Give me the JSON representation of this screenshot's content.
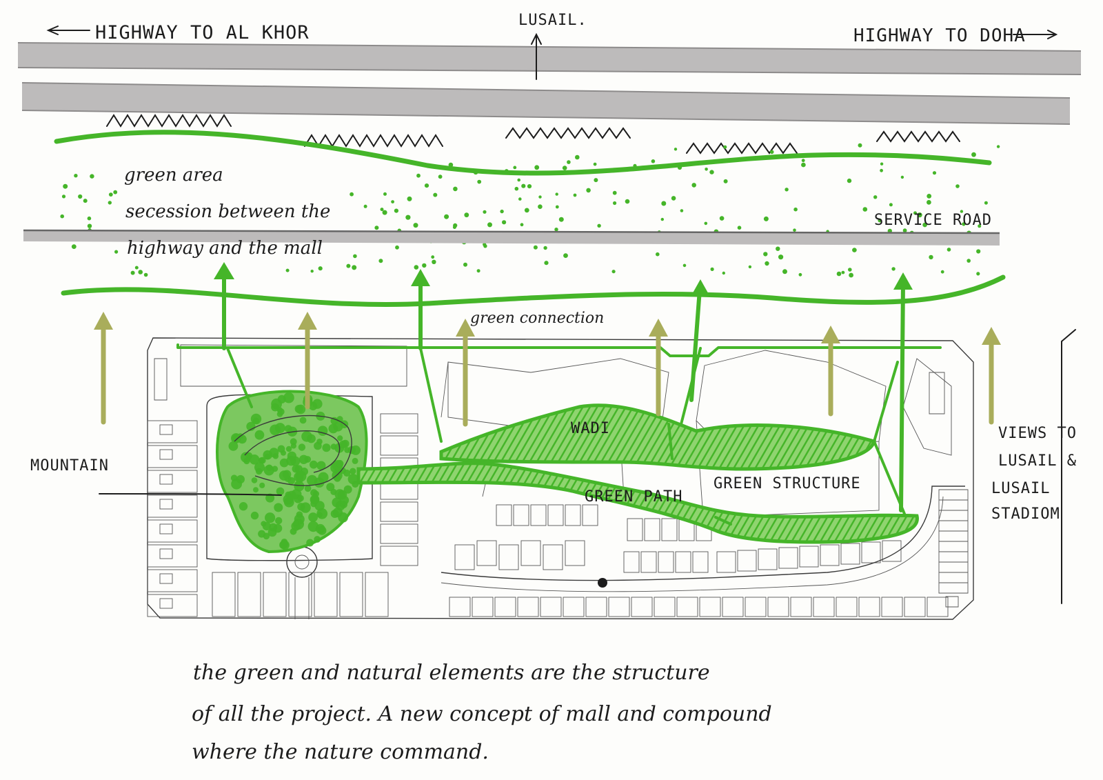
{
  "labels": {
    "highway_al_khor": "HIGHWAY TO AL KHOR",
    "lusail": "LUSAIL.",
    "highway_doha": "HIGHWAY TO DOHA",
    "green_area_1": "green area",
    "green_area_2": "secession between the",
    "green_area_3": "highway and the mall",
    "service_road": "SERVICE ROAD",
    "green_connection": "green connection",
    "wadi": "WADI",
    "green_structure": "GREEN STRUCTURE",
    "green_path": "GREEN PATH",
    "mountain": "MOUNTAIN",
    "views_1": "VIEWS TO",
    "views_2": "LUSAIL &",
    "views_3": "LUSAIL",
    "views_4": "STADIOM"
  },
  "note": {
    "line1": "the green and natural elements are the structure",
    "line2": "of all the project. A new concept of mall and compound",
    "line3": "where the nature command."
  },
  "colors": {
    "green": "#45b529",
    "olive": "#a9ad5b",
    "road_gray": "#bdbbbb",
    "ink": "#1c1c1c"
  }
}
